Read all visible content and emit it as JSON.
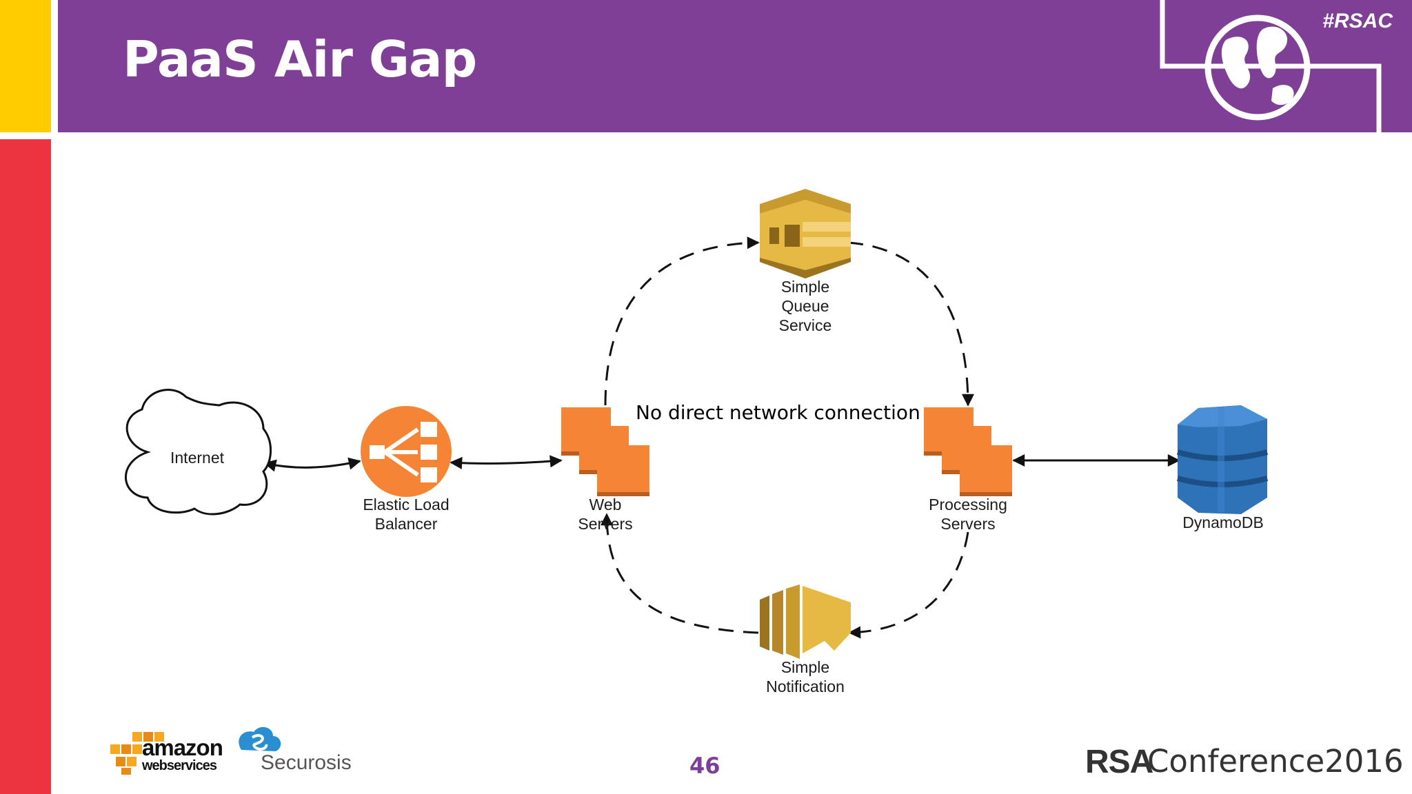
{
  "slide": {
    "title": "PaaS Air Gap",
    "hashtag": "#RSAC",
    "page_number": "46"
  },
  "colors": {
    "header_purple": "#7f3f97",
    "accent_yellow": "#ffcc00",
    "accent_red": "#ec3340",
    "aws_orange": "#f58534",
    "aws_gold": "#c99a2e",
    "dynamodb_blue": "#2e73b8",
    "page_number_purple": "#7b3f99"
  },
  "diagram": {
    "nodes": {
      "internet": {
        "label": "Internet",
        "icon": "cloud-icon"
      },
      "elb": {
        "label_lines": [
          "Elastic Load",
          "Balancer"
        ],
        "icon": "load-balancer-icon"
      },
      "web_servers": {
        "label_lines": [
          "Web",
          "Servers"
        ],
        "icon": "ec2-instances-icon"
      },
      "processing_servers": {
        "label_lines": [
          "Processing",
          "Servers"
        ],
        "icon": "ec2-instances-icon"
      },
      "sqs": {
        "label_lines": [
          "Simple",
          "Queue",
          "Service"
        ],
        "icon": "sqs-queue-icon"
      },
      "sns": {
        "label_lines": [
          "Simple",
          "Notification"
        ],
        "icon": "sns-notification-icon"
      },
      "dynamodb": {
        "label": "DynamoDB",
        "icon": "dynamodb-icon"
      }
    },
    "center_note": "No direct network connection",
    "edges": [
      {
        "from": "internet",
        "to": "elb",
        "style": "solid",
        "direction": "both"
      },
      {
        "from": "elb",
        "to": "web_servers",
        "style": "solid",
        "direction": "both"
      },
      {
        "from": "processing_servers",
        "to": "dynamodb",
        "style": "solid",
        "direction": "both"
      },
      {
        "from": "web_servers",
        "to": "sqs",
        "style": "dashed",
        "direction": "forward"
      },
      {
        "from": "sqs",
        "to": "processing_servers",
        "style": "dashed",
        "direction": "forward"
      },
      {
        "from": "processing_servers",
        "to": "sns",
        "style": "dashed",
        "direction": "forward"
      },
      {
        "from": "sns",
        "to": "web_servers",
        "style": "dashed",
        "direction": "forward"
      }
    ]
  },
  "footer": {
    "aws_logo_word": "amazon",
    "aws_logo_sub": "webservices",
    "securosis_logo": "Securosis",
    "rsa_bold": "RSA",
    "rsa_rest": "Conference2016"
  }
}
